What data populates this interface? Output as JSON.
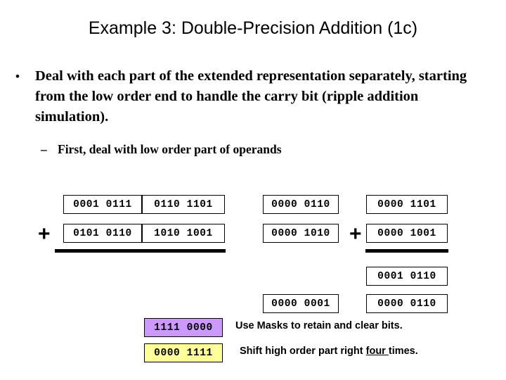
{
  "slide": {
    "title": "Example 3: Double-Precision Addition (1c)",
    "bullets": {
      "level1_marker": "•",
      "level1_text": "Deal with each part of the extended representation separately, starting from the low order end to handle the carry bit (ripple addition simulation).",
      "level2_marker": "–",
      "level2_text": "First, deal with low order part of operands"
    },
    "operators": {
      "plus_left": "+",
      "plus_right": "+"
    },
    "low_order_group": {
      "operand_a_high": "0001 0111",
      "operand_a_low": "0110 1101",
      "operand_b_high": "0101 0110",
      "operand_b_low": "1010 1001"
    },
    "middle_group": {
      "operand_a": "0000 0110",
      "operand_b": "0000 1010",
      "result": "0000 0001"
    },
    "right_group": {
      "operand_a": "0000 1101",
      "operand_b": "0000 1001",
      "carry_result": "0001 0110",
      "result": "0000 0110"
    },
    "masks": {
      "mask_high": "1111 0000",
      "mask_low": "0000 1111",
      "mask_high_color": "#CC99FF",
      "mask_low_color": "#FFFF99"
    },
    "notes": {
      "note_masks": "Use Masks to retain and clear bits.",
      "note_shift_pre": "Shift high order part right ",
      "note_shift_underlined": "four ",
      "note_shift_post": "times."
    }
  }
}
